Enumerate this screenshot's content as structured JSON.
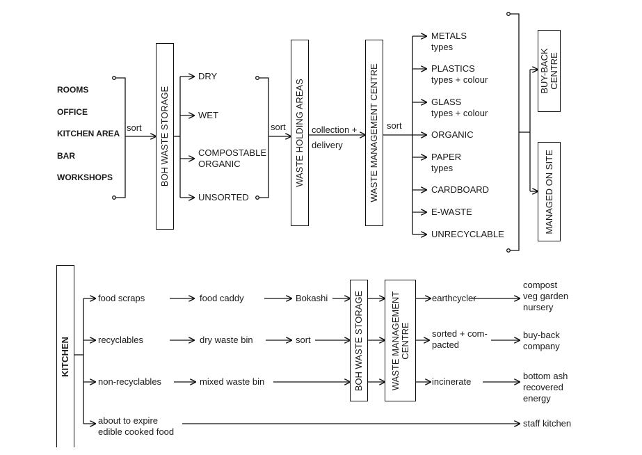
{
  "top_flow": {
    "sources": [
      "ROOMS",
      "OFFICE",
      "KITCHEN AREA",
      "BAR",
      "WORKSHOPS"
    ],
    "sort_label_1": "sort",
    "boh_storage": "BOH WASTE STORAGE",
    "categories": [
      "DRY",
      "WET",
      "COMPOSTABLE\nORGANIC",
      "UNSORTED"
    ],
    "sort_label_2": "sort",
    "holding_areas": "WASTE HOLDING AREAS",
    "collection_label": "collection +\ndelivery",
    "management_centre": "WASTE MANAGEMENT CENTRE",
    "sort_label_3": "sort",
    "streams": [
      "METALS\ntypes",
      "PLASTICS\ntypes + colour",
      "GLASS\ntypes + colour",
      "ORGANIC",
      "PAPER\ntypes",
      "CARDBOARD",
      "E-WASTE",
      "UNRECYCLABLE"
    ],
    "buy_back": "BUY-BACK\nCENTRE",
    "managed_on_site": "MANAGED ON SITE"
  },
  "bottom_flow": {
    "kitchen": "KITCHEN",
    "rows": [
      {
        "item": "food scraps",
        "container": "food caddy",
        "step": "Bokashi"
      },
      {
        "item": "recyclables",
        "container": "dry waste bin",
        "step": "sort"
      },
      {
        "item": "non-recyclables",
        "container": "mixed waste bin"
      }
    ],
    "expire_item": "about to expire\nedible cooked food",
    "boh_storage": "BOH WASTE STORAGE",
    "management_centre": "WASTE MANAGEMENT\nCENTRE",
    "processes": [
      "earthcycler",
      "sorted + com-\npacted",
      "incinerate"
    ],
    "outcomes": [
      "compost\nveg garden\nnursery",
      "buy-back\ncompany",
      "bottom ash\nrecovered\nenergy",
      "staff kitchen"
    ]
  }
}
